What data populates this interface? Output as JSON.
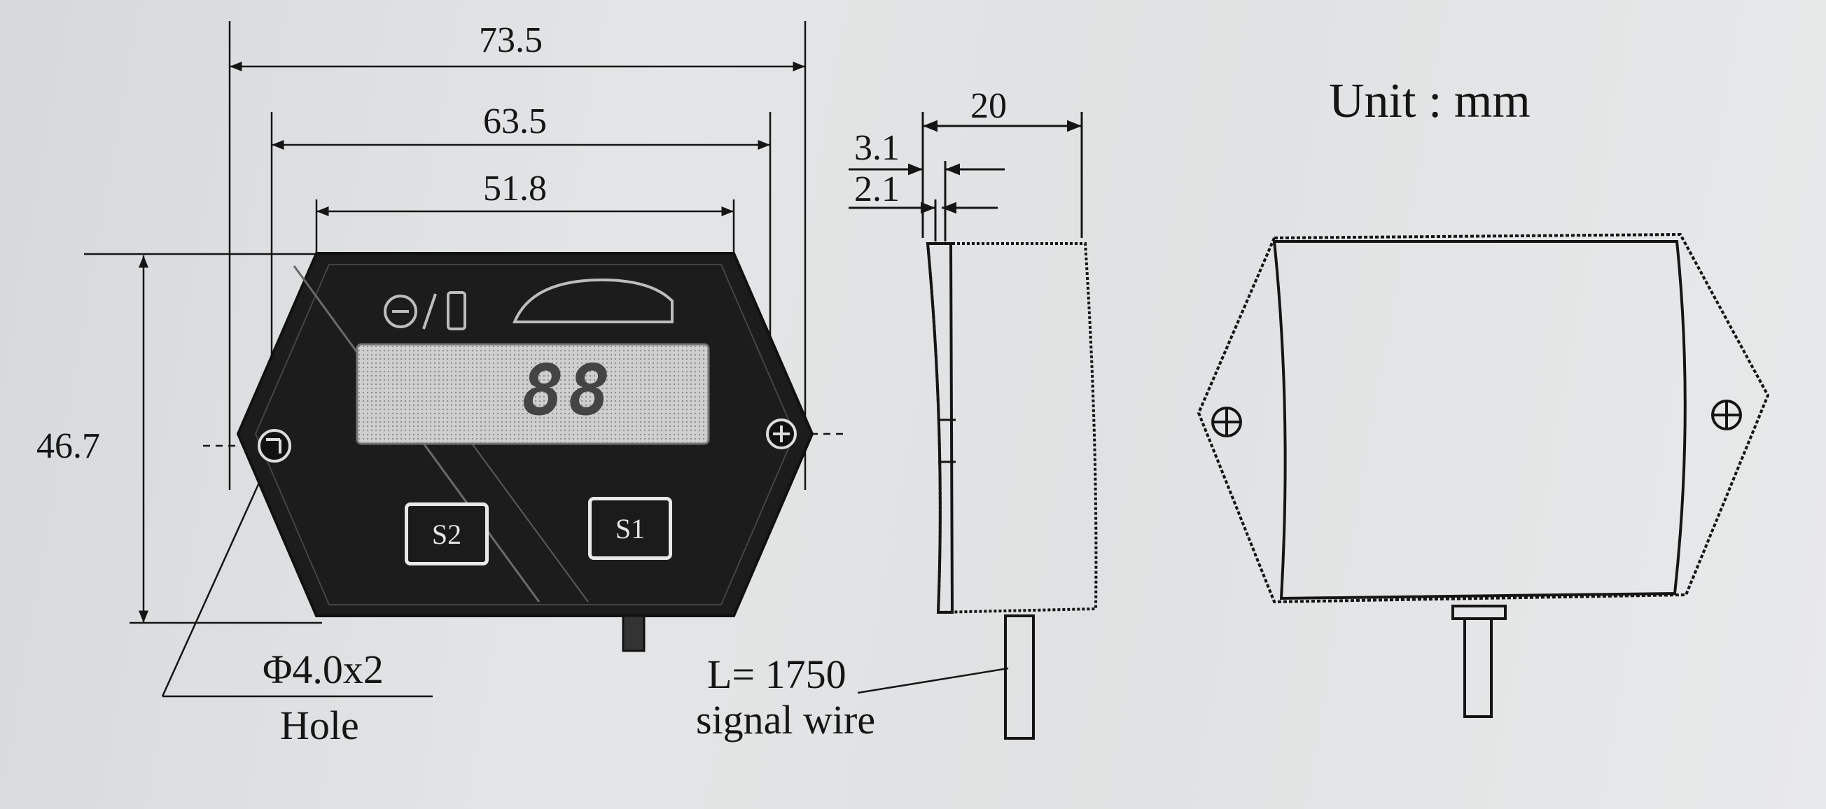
{
  "unit_label": "Unit : mm",
  "dimensions": {
    "overall_width": "73.5",
    "hole_spacing": "63.5",
    "face_width": "51.8",
    "height": "46.7",
    "depth": "20",
    "front_bezel": "3.1",
    "lens_offset": "2.1"
  },
  "hole_spec": {
    "size": "Φ4.0x2",
    "label": "Hole"
  },
  "wire_spec": {
    "length": "L= 1750",
    "label": "signal wire"
  },
  "buttons": {
    "s2": "S2",
    "s1": "S1"
  },
  "display_digits": "88"
}
